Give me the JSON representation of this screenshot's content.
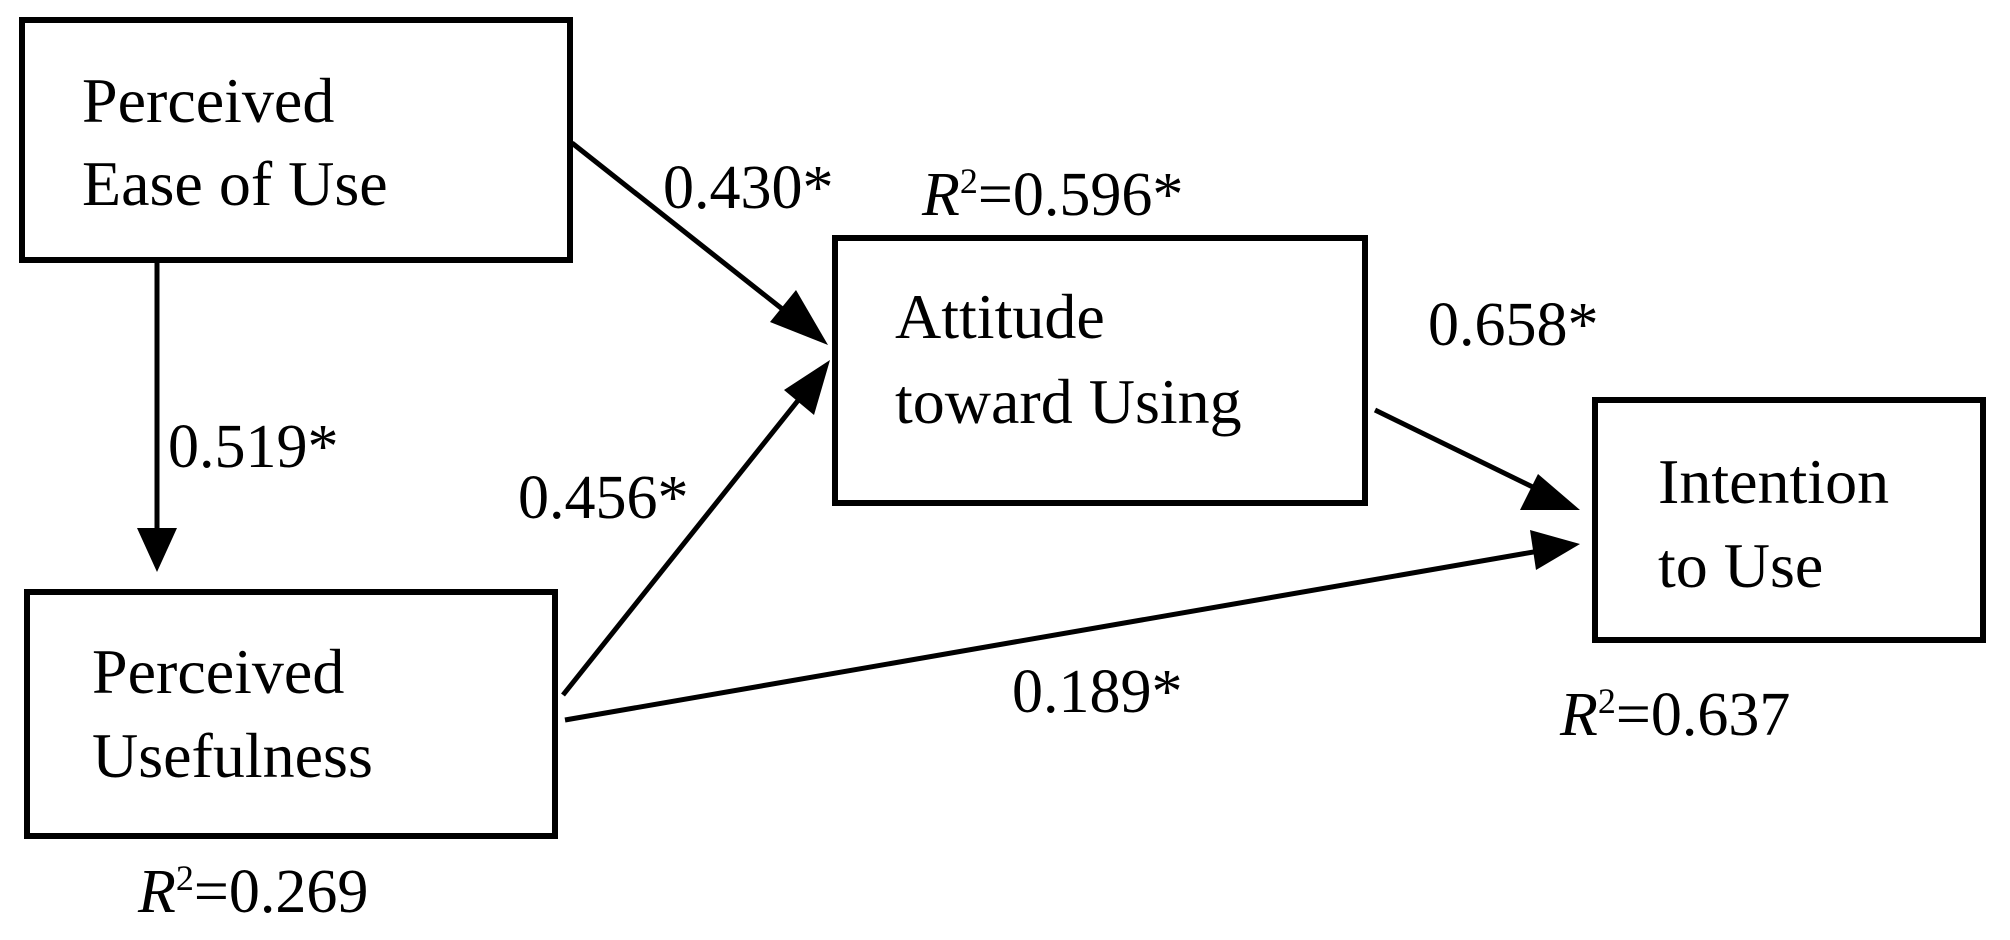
{
  "colors": {
    "stroke": "#000000",
    "background": "#ffffff",
    "text": "#000000"
  },
  "nodes": {
    "peou": {
      "line1": "Perceived",
      "line2": "Ease of Use"
    },
    "pu": {
      "line1": "Perceived",
      "line2": "Usefulness",
      "r2_label": "R",
      "r2_sup": "2",
      "r2_value": "=0.269"
    },
    "att": {
      "line1": "Attitude",
      "line2": "toward Using",
      "r2_label": "R",
      "r2_sup": "2",
      "r2_value": "=0.596*"
    },
    "itu": {
      "line1": "Intention",
      "line2": "to Use",
      "r2_label": "R",
      "r2_sup": "2",
      "r2_value": "=0.637"
    }
  },
  "edges": {
    "peou_att": "0.430*",
    "peou_pu": "0.519*",
    "pu_att": "0.456*",
    "att_itu": "0.658*",
    "pu_itu": "0.189*"
  }
}
